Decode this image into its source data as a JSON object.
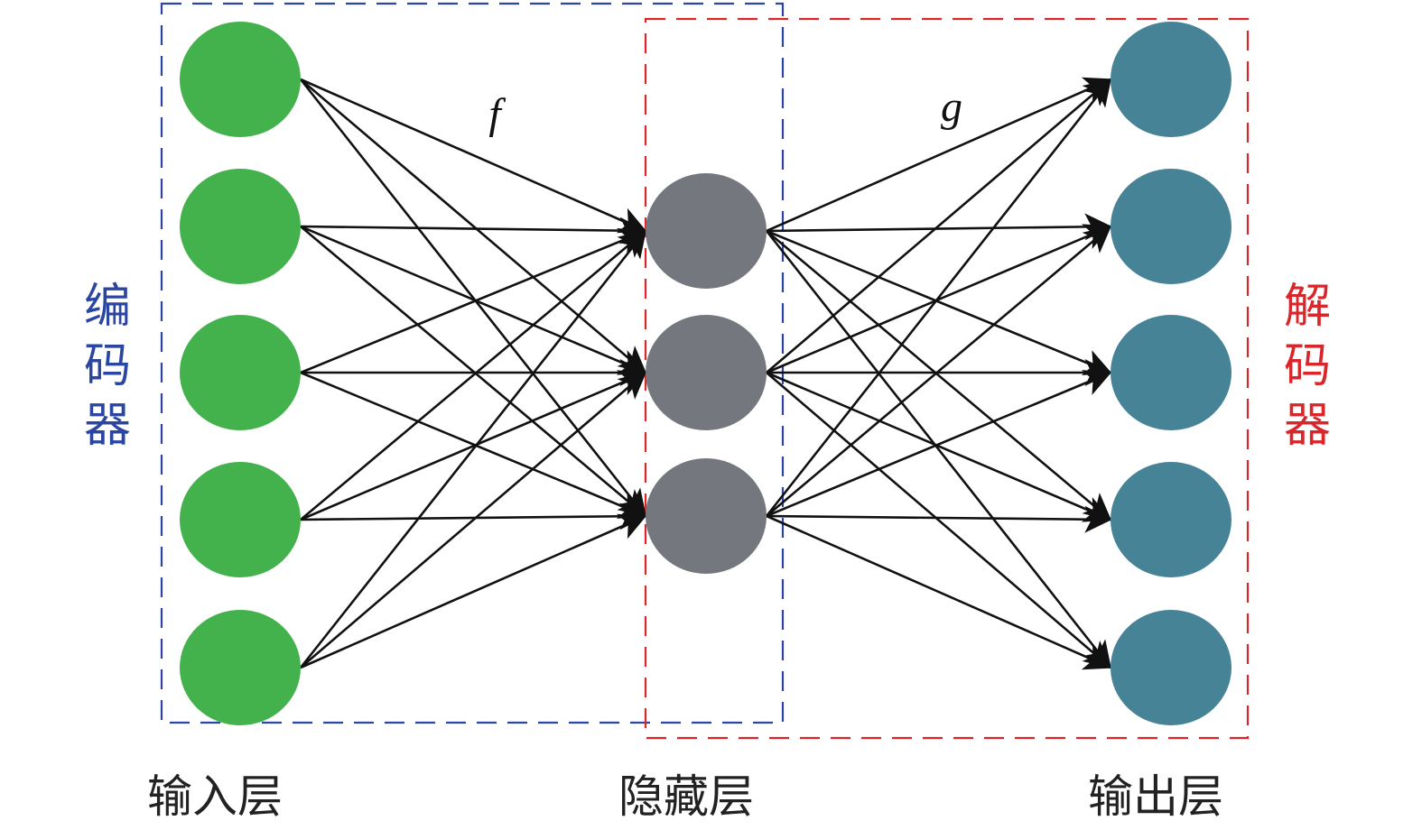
{
  "diagram": {
    "layers": [
      {
        "name": "输入层",
        "nodes": 5,
        "color": "#43b24c"
      },
      {
        "name": "隐藏层",
        "nodes": 3,
        "color": "#75777e"
      },
      {
        "name": "输出层",
        "nodes": 5,
        "color": "#478397"
      }
    ],
    "functions": {
      "encode": "f",
      "decode": "g"
    },
    "groups": {
      "encoder": {
        "label": "编码器",
        "chars": [
          "编",
          "码",
          "器"
        ],
        "color": "#2b46a0"
      },
      "decoder": {
        "label": "解码器",
        "chars": [
          "解",
          "码",
          "器"
        ],
        "color": "#d9262b"
      }
    },
    "edge_color": "#111111"
  }
}
